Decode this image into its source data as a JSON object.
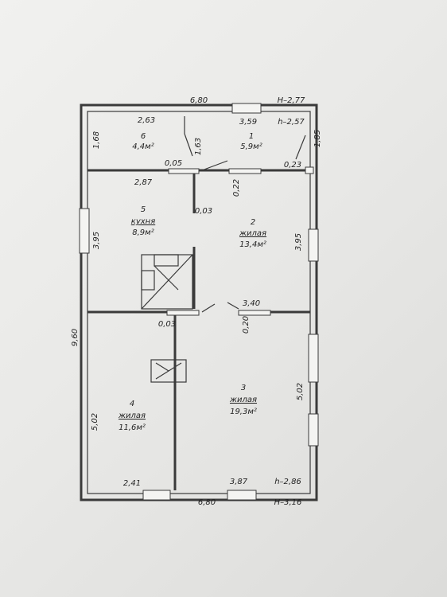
{
  "rooms": [
    {
      "id": "r6",
      "number": "6",
      "name": "",
      "area": "4,4м²"
    },
    {
      "id": "r1",
      "number": "1",
      "name": "",
      "area": "5,9м²"
    },
    {
      "id": "r5",
      "number": "5",
      "name": "кухня",
      "area": "8,9м²"
    },
    {
      "id": "r2",
      "number": "2",
      "name": "жилая",
      "area": "13,4м²"
    },
    {
      "id": "r4",
      "number": "4",
      "name": "жилая",
      "area": "11,6м²"
    },
    {
      "id": "r3",
      "number": "3",
      "name": "жилая",
      "area": "19,3м²"
    }
  ],
  "dimensions": {
    "top_width": "6,80",
    "top_height_outer": "H–2,77",
    "top_height_inner": "h–2,57",
    "d_2_63": "2,63",
    "d_3_59": "3,59",
    "d_1_68": "1,68",
    "d_1_63": "1,63",
    "d_1_85": "1,85",
    "d_0_05": "0,05",
    "d_0_23": "0,23",
    "d_2_87": "2,87",
    "d_0_22": "0,22",
    "d_0_03_a": "0,03",
    "d_3_95_left": "3,95",
    "d_3_95_right": "3,95",
    "d_3_40": "3,40",
    "d_0_20": "0,20",
    "d_0_03_b": "0,03",
    "d_9_60": "9,60",
    "d_5_02_left": "5,02",
    "d_5_02_right": "5,02",
    "d_2_41": "2,41",
    "d_3_87": "3,87",
    "bottom_width": "6,80",
    "bottom_height_inner": "h–2,86",
    "bottom_height_outer": "H–3,16"
  }
}
